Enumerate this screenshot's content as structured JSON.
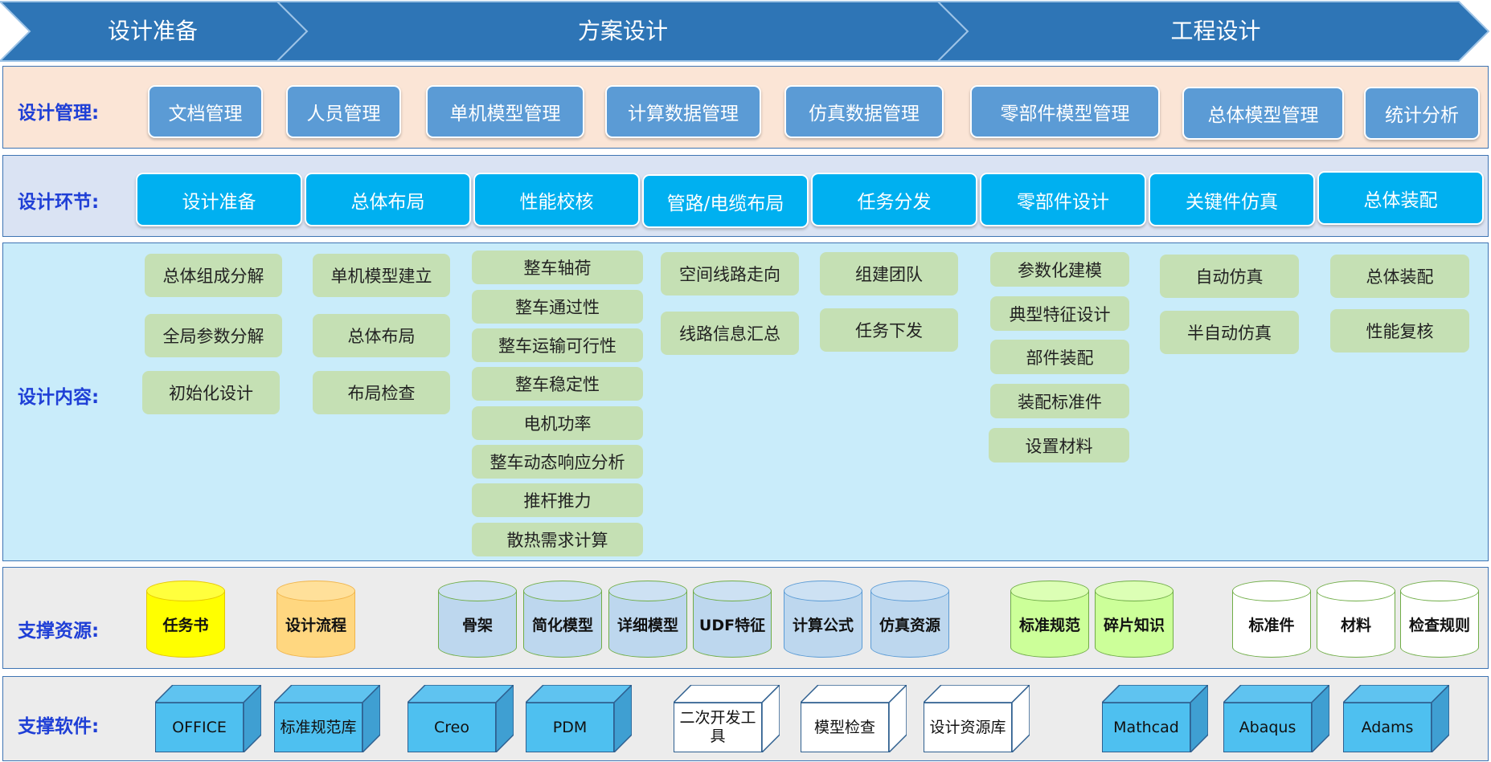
{
  "phases": [
    "设计准备",
    "方案设计",
    "工程设计"
  ],
  "design_management": {
    "label": "设计管理:",
    "items": [
      "文档管理",
      "人员管理",
      "单机模型管理",
      "计算数据管理",
      "仿真数据管理",
      "零部件模型管理",
      "总体模型管理",
      "统计分析"
    ]
  },
  "design_stages": {
    "label": "设计环节:",
    "items": [
      "设计准备",
      "总体布局",
      "性能校核",
      "管路/电缆布局",
      "任务分发",
      "零部件设计",
      "关键件仿真",
      "总体装配"
    ]
  },
  "design_content": {
    "label": "设计内容:",
    "columns": [
      [
        "总体组成分解",
        "全局参数分解",
        "初始化设计"
      ],
      [
        "单机模型建立",
        "总体布局",
        "布局检查"
      ],
      [
        "整车轴荷",
        "整车通过性",
        "整车运输可行性",
        "整车稳定性",
        "电机功率",
        "整车动态响应分析",
        "推杆推力",
        "散热需求计算"
      ],
      [
        "空间线路走向",
        "线路信息汇总"
      ],
      [
        "组建团队",
        "任务下发"
      ],
      [
        "参数化建模",
        "典型特征设计",
        "部件装配",
        "装配标准件",
        "设置材料"
      ],
      [
        "自动仿真",
        "半自动仿真"
      ],
      [
        "总体装配",
        "性能复核"
      ]
    ]
  },
  "support_resources": {
    "label": "支撑资源:",
    "items": [
      "任务书",
      "设计流程",
      "骨架",
      "简化模型",
      "详细模型",
      "UDF特征",
      "计算公式",
      "仿真资源",
      "标准规范",
      "碎片知识",
      "标准件",
      "材料",
      "检查规则"
    ]
  },
  "support_software": {
    "label": "支撑软件:",
    "items": [
      "OFFICE",
      "标准规范库",
      "Creo",
      "PDM",
      "二次开发工具",
      "模型检查",
      "设计资源库",
      "Mathcad",
      "Abaqus",
      "Adams"
    ]
  },
  "colors": {
    "arrow": "#2e75b6",
    "management_band": "#fbe5d6",
    "stages_band": "#dae3f3",
    "content_band": "#c9ecfa",
    "gray_band": "#ececec",
    "mgmt_button": "#5b9bd5",
    "stage_button": "#00b0f0",
    "content_box": "#c5e0b4",
    "label_text": "#1f3fd6"
  }
}
